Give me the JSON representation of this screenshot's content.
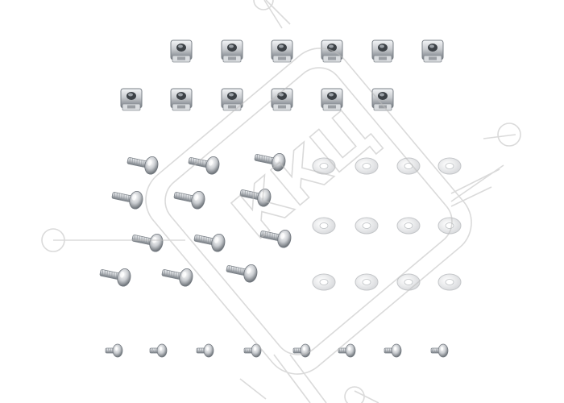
{
  "image": {
    "background": "#ffffff",
    "metal_color": "#c9ccd0",
    "metal_dark": "#6f757c",
    "metal_light": "#f3f5f7",
    "washer_color": "#e9eaec",
    "watermark_color": "#bdbdbd"
  },
  "watermark": {
    "text": "ККЦ",
    "kind": "logo-watermark"
  },
  "objects": {
    "cage_nuts": {
      "name": "cage-nut",
      "count": 12,
      "rows": [
        6,
        6
      ]
    },
    "long_screws": {
      "name": "long-screw",
      "count": 12,
      "rows": [
        3,
        3,
        3,
        3
      ]
    },
    "washers": {
      "name": "washer",
      "count": 12,
      "rows": [
        4,
        4,
        4
      ]
    },
    "short_screws": {
      "name": "short-screw",
      "count": 8,
      "rows": [
        8
      ]
    }
  }
}
